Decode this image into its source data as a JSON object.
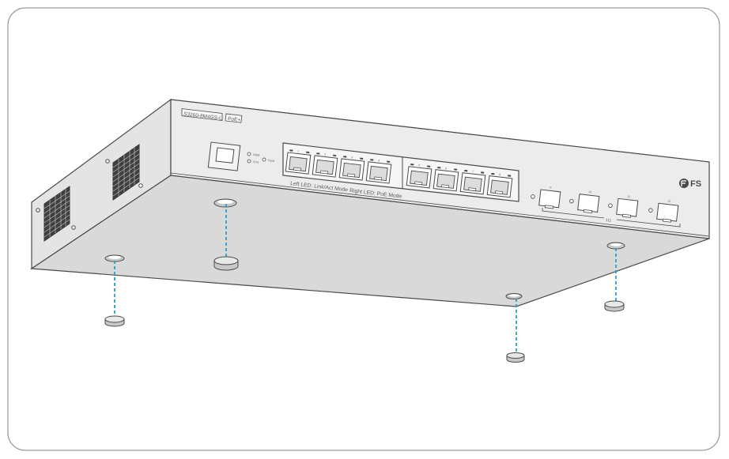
{
  "device": {
    "model_label": "S3260-8M4GS-U",
    "poe_label": "PoE+",
    "brand": "FS",
    "led_pwr": "PWR",
    "led_sys": "SYS",
    "led_fault": "Fault",
    "legend_left_led": "Left LED: Link/Act Mode",
    "legend_right_led": "Right LED: PoE Mode",
    "sfp_group_label": "1G"
  },
  "rj45_ports": [
    "1",
    "2",
    "3",
    "4",
    "5",
    "6",
    "7",
    "8"
  ],
  "sfp_ports": [
    "9",
    "10",
    "11",
    "12"
  ],
  "colors": {
    "outline": "#4a4a4a",
    "face": "#ececec",
    "bottom": "#d9d9d9",
    "side": "#e4e4e4",
    "guide_line": "#2a9fc7",
    "frame": "#9a9a9a"
  },
  "icons": {
    "fans": "fan-grille-icon",
    "feet": "rubber-foot-icon",
    "screw_holes": "screw-hole-icon"
  }
}
